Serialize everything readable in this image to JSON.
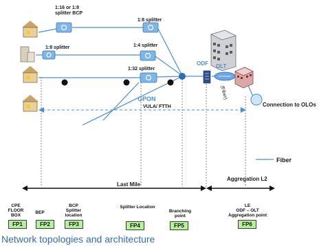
{
  "splitters": {
    "bcp": "1:16 or 1:8\nsplitter BCP",
    "s18_top": "1:8 splitter",
    "s18_left": "1:8 splitter",
    "s14": "1:4 splitter",
    "s132": "1:32 splitter"
  },
  "labels": {
    "gpon": "GPON",
    "vula": "VULA/ FTTH",
    "odf": "ODF",
    "olt": "OLT",
    "fiber_box": "(Fiber)",
    "olos": "Connection to OLOs",
    "fiber_legend": "Fiber",
    "last_mile": "Last Mile",
    "aggregation": "Aggregation L2"
  },
  "points": [
    {
      "title": "CPE\nFLOOR\nBOX",
      "code": "FP1"
    },
    {
      "title": "BEP",
      "code": "FP2"
    },
    {
      "title": "BCP\nSplitter\nlocation",
      "code": "FP3"
    },
    {
      "title": "Splitter Location",
      "code": "FP4"
    },
    {
      "title": "Branching\npoint",
      "code": "FP5"
    },
    {
      "title": "LE\nODF – OLT\nAggregation point",
      "code": "FP6"
    }
  ],
  "caption": "Network topologies and architecture",
  "colors": {
    "fiber": "#4a8fd1",
    "fp_fill": "#b7f09a",
    "caption": "#2f6db7"
  }
}
